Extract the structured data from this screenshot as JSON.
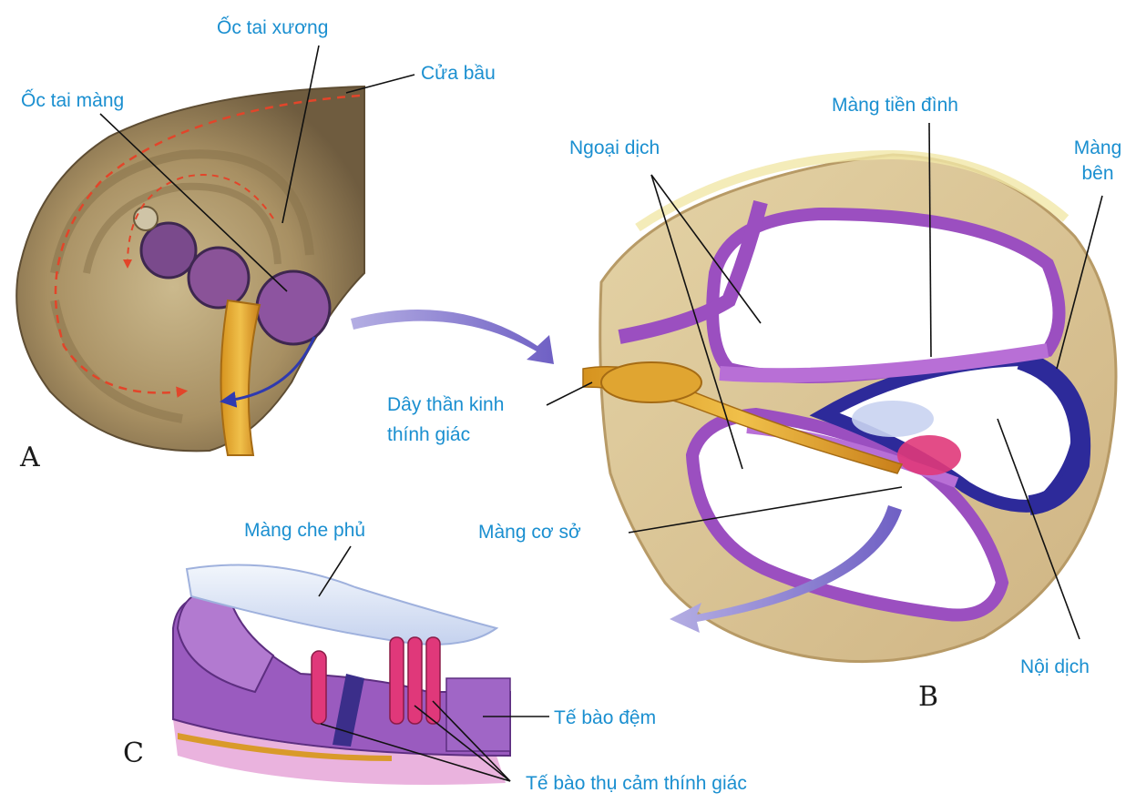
{
  "colors": {
    "label": "#1a8fd0",
    "bone": "#d9c193",
    "membrane": "#9b4fc0",
    "endolymph_dark": "#2d2a9a",
    "nerve": "#e0a531",
    "hair_cell": "#e0387a",
    "arrow": "#7a6cc9"
  },
  "panels": {
    "a": "A",
    "b": "B",
    "c": "C"
  },
  "labels": {
    "oc_tai_xuong": "Ốc tai xương",
    "cua_bau": "Cửa bầu",
    "oc_tai_mang": "Ốc tai màng",
    "ngoai_dich": "Ngoại dịch",
    "mang_tien_dinh": "Màng tiền đình",
    "mang_ben_line1": "Màng",
    "mang_ben_line2": "bên",
    "day_than_kinh_line1": "Dây thần kinh",
    "day_than_kinh_line2": "thính giác",
    "mang_co_so": "Màng cơ sở",
    "mang_che_phu": "Màng che phủ",
    "noi_dich": "Nội dịch",
    "te_bao_dem": "Tế bào đệm",
    "te_bao_thu_cam": "Tế bào thụ cảm thính giác"
  }
}
